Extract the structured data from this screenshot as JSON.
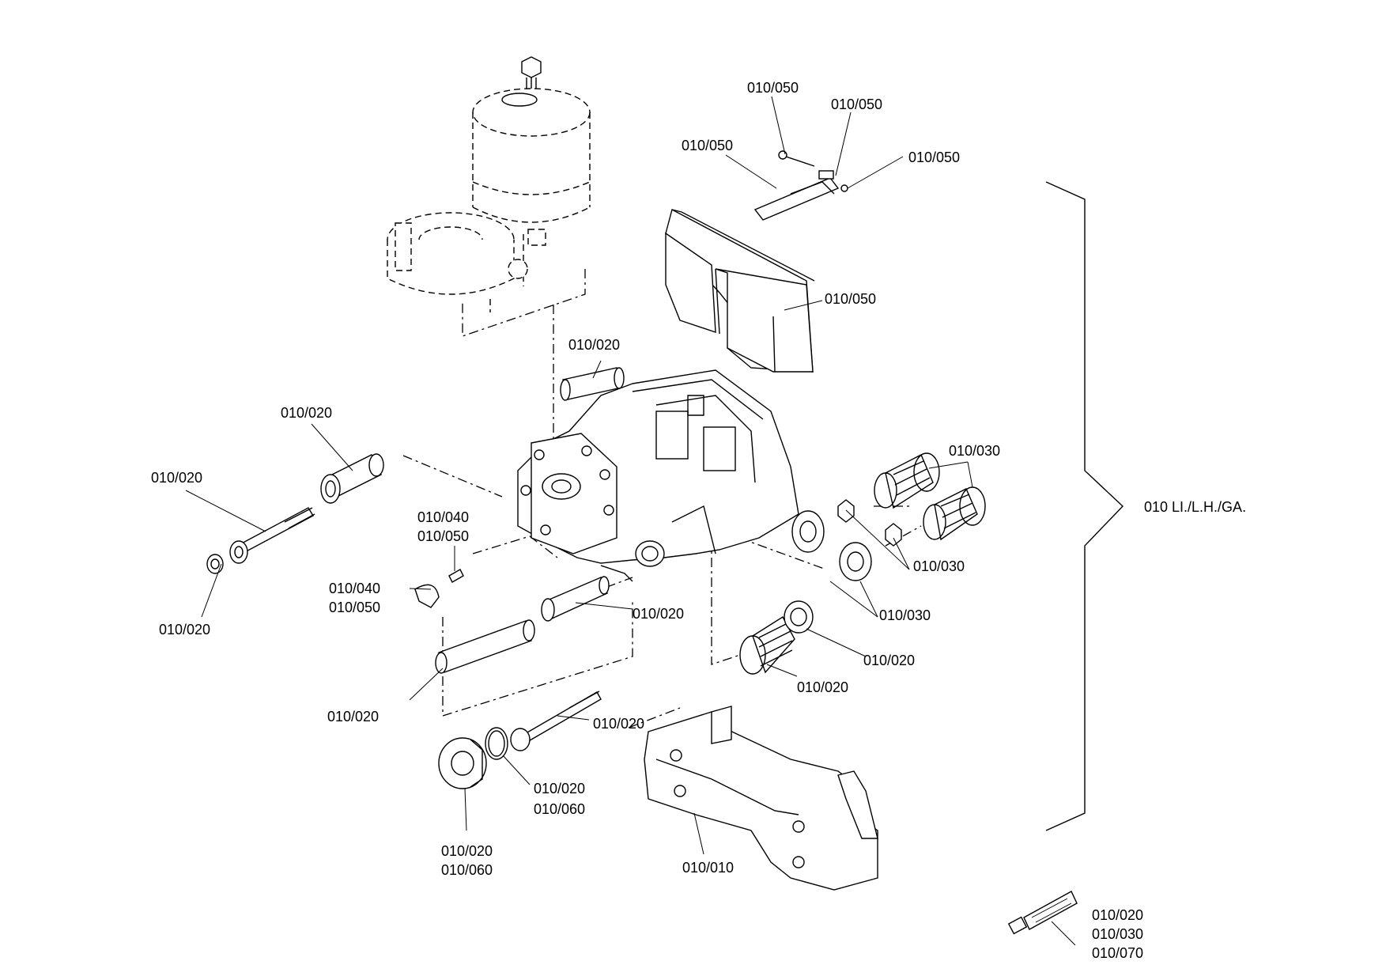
{
  "assembly_label": "010 LI./L.H./GA.",
  "callouts": [
    {
      "id": "c1",
      "lines": [
        "010/050"
      ]
    },
    {
      "id": "c2",
      "lines": [
        "010/050"
      ]
    },
    {
      "id": "c3",
      "lines": [
        "010/050"
      ]
    },
    {
      "id": "c4",
      "lines": [
        "010/050"
      ]
    },
    {
      "id": "c5",
      "lines": [
        "010/050"
      ]
    },
    {
      "id": "c6",
      "lines": [
        "010/020"
      ]
    },
    {
      "id": "c7",
      "lines": [
        "010/020"
      ]
    },
    {
      "id": "c8",
      "lines": [
        "010/020"
      ]
    },
    {
      "id": "c9",
      "lines": [
        "010/030"
      ]
    },
    {
      "id": "c10",
      "lines": [
        "010/040",
        "010/050"
      ]
    },
    {
      "id": "c11",
      "lines": [
        "010/030"
      ]
    },
    {
      "id": "c12",
      "lines": [
        "010/040",
        "010/050"
      ]
    },
    {
      "id": "c13",
      "lines": [
        "010/020"
      ]
    },
    {
      "id": "c14",
      "lines": [
        "010/020"
      ]
    },
    {
      "id": "c15",
      "lines": [
        "010/030"
      ]
    },
    {
      "id": "c16",
      "lines": [
        "010/020"
      ]
    },
    {
      "id": "c17",
      "lines": [
        "010/020"
      ]
    },
    {
      "id": "c18",
      "lines": [
        "010/020"
      ]
    },
    {
      "id": "c19",
      "lines": [
        "010/020"
      ]
    },
    {
      "id": "c20",
      "lines": [
        "010/020",
        "010/060"
      ]
    },
    {
      "id": "c21",
      "lines": [
        "010/020",
        "010/060"
      ]
    },
    {
      "id": "c22",
      "lines": [
        "010/010"
      ]
    },
    {
      "id": "c23",
      "lines": [
        "010/020",
        "010/030",
        "010/070"
      ]
    }
  ]
}
